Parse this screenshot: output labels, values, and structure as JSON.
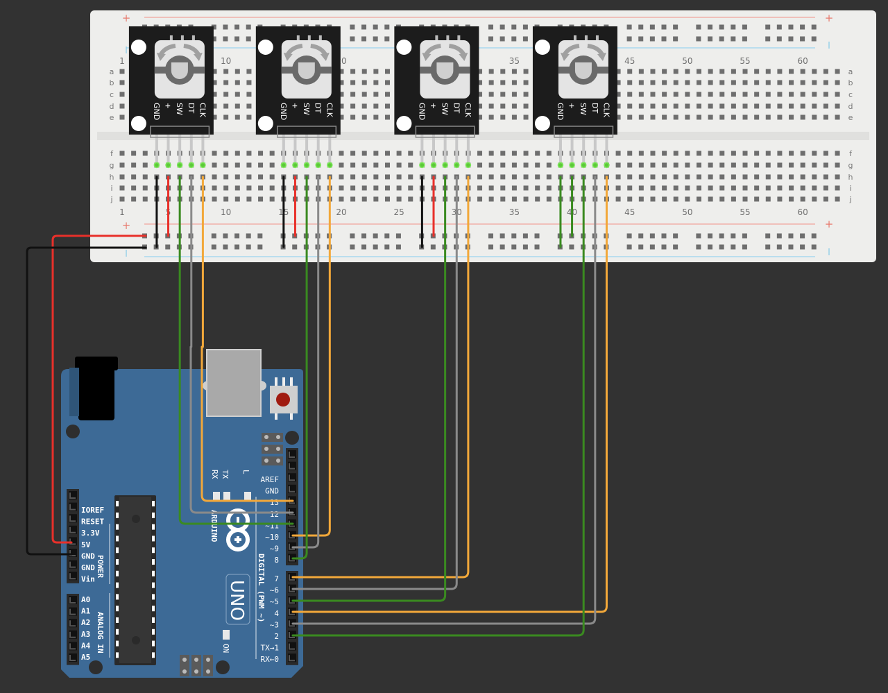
{
  "breadboard": {
    "column_labels_top": [
      "1",
      "10",
      "20",
      "35",
      "45",
      "50",
      "55",
      "60"
    ],
    "column_labels_bottom": [
      "1",
      "5",
      "10",
      "15",
      "20",
      "25",
      "30",
      "35",
      "40",
      "45",
      "50",
      "55",
      "60"
    ],
    "row_labels_top": [
      "a",
      "b",
      "c",
      "d",
      "e"
    ],
    "row_labels_bottom": [
      "f",
      "g",
      "h",
      "i",
      "j"
    ],
    "rail_plus": "+",
    "rail_minus": "|",
    "colors": {
      "board": "#eeeeec",
      "hole": "#6e6e6e",
      "plus_line": "#f0b0aa",
      "minus_line": "#a8d8ee",
      "pin_active": "#7dea5a"
    }
  },
  "encoders": [
    {
      "id": "encoder-1",
      "columns": [
        4,
        8
      ],
      "pins": [
        "GND",
        "+",
        "SW",
        "DT",
        "CLK"
      ]
    },
    {
      "id": "encoder-2",
      "columns": [
        15,
        19
      ],
      "pins": [
        "GND",
        "+",
        "SW",
        "DT",
        "CLK"
      ]
    },
    {
      "id": "encoder-3",
      "columns": [
        27,
        31
      ],
      "pins": [
        "GND",
        "+",
        "SW",
        "DT",
        "CLK"
      ]
    },
    {
      "id": "encoder-4",
      "columns": [
        39,
        43
      ],
      "pins": [
        "GND",
        "+",
        "SW",
        "DT",
        "CLK"
      ]
    }
  ],
  "arduino": {
    "brand": "ARDUINO",
    "model": "UNO",
    "on_label": "ON",
    "led_labels": [
      "RX",
      "TX",
      "L"
    ],
    "digital_header_title": "DIGITAL (PWM ~)",
    "power_header_title": "POWER",
    "analog_header_title": "ANALOG IN",
    "digital_pins_upper": [
      "AREF",
      "GND",
      "13",
      "12",
      "~11",
      "~10",
      "~9",
      "8"
    ],
    "digital_pins_lower": [
      "7",
      "~6",
      "~5",
      "4",
      "~3",
      "2",
      "TX→1",
      "RX←0"
    ],
    "power_pins": [
      "IOREF",
      "RESET",
      "3.3V",
      "5V",
      "GND",
      "GND",
      "Vin"
    ],
    "analog_pins": [
      "A0",
      "A1",
      "A2",
      "A3",
      "A4",
      "A5"
    ],
    "colors": {
      "board": "#3d6a96",
      "header": "#2e2e2e",
      "reset_button": "#a01a10"
    }
  },
  "wires": [
    {
      "name": "wire-5v",
      "color": "#e8302a",
      "from": "Arduino 5V",
      "to": "breadboard + rail"
    },
    {
      "name": "wire-gnd",
      "color": "#111111",
      "from": "Arduino GND",
      "to": "breadboard - rail"
    },
    {
      "name": "wire-enc1-clk",
      "color": "#f2a83a",
      "from": "encoder-1 CLK",
      "to": "pin 13"
    },
    {
      "name": "wire-enc1-dt",
      "color": "#8a8a8a",
      "from": "encoder-1 DT",
      "to": "pin 12"
    },
    {
      "name": "wire-enc1-sw",
      "color": "#3a8a20",
      "from": "encoder-1 SW",
      "to": "pin 11"
    },
    {
      "name": "wire-enc2-clk",
      "color": "#f2a83a",
      "from": "encoder-2 CLK",
      "to": "pin 10"
    },
    {
      "name": "wire-enc2-dt",
      "color": "#8a8a8a",
      "from": "encoder-2 DT",
      "to": "pin 9"
    },
    {
      "name": "wire-enc2-sw",
      "color": "#3a8a20",
      "from": "encoder-2 SW",
      "to": "pin 8"
    },
    {
      "name": "wire-enc3-clk",
      "color": "#f2a83a",
      "from": "encoder-3 CLK",
      "to": "pin 7"
    },
    {
      "name": "wire-enc3-dt",
      "color": "#8a8a8a",
      "from": "encoder-3 DT",
      "to": "pin 6"
    },
    {
      "name": "wire-enc3-sw",
      "color": "#3a8a20",
      "from": "encoder-3 SW",
      "to": "pin 5"
    },
    {
      "name": "wire-enc4-clk",
      "color": "#f2a83a",
      "from": "encoder-4 CLK",
      "to": "pin 4"
    },
    {
      "name": "wire-enc4-dt",
      "color": "#8a8a8a",
      "from": "encoder-4 DT",
      "to": "pin 3"
    },
    {
      "name": "wire-enc4-sw",
      "color": "#3a8a20",
      "from": "encoder-4 SW",
      "to": "pin 2"
    }
  ]
}
